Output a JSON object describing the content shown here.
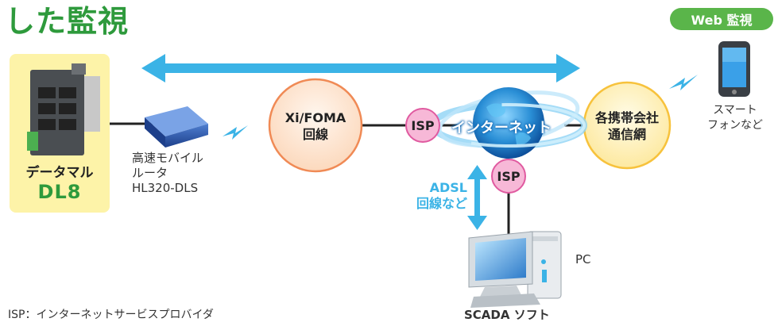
{
  "title": "した監視",
  "web_badge": "Web 監視",
  "datamar": {
    "label": "データマル",
    "model": "DL8"
  },
  "router": {
    "line1": "高速モバイル",
    "line2": "ルータ",
    "line3": "HL320-DLS"
  },
  "xi_foma": {
    "line1": "Xi/FOMA",
    "line2": "回線"
  },
  "isp_left": "ISP",
  "isp_bottom": "ISP",
  "internet": "インターネット",
  "carrier": {
    "line1": "各携帯会社",
    "line2": "通信網"
  },
  "smartphone": {
    "line1": "スマート",
    "line2": "フォンなど"
  },
  "adsl": {
    "line1": "ADSL",
    "line2": "回線など"
  },
  "pc": "PC",
  "scada": "SCADA ソフト",
  "footnote": "ISP：インターネットサービスプロバイダ",
  "colors": {
    "green": "#2e9a3c",
    "orange_circle": "#f08a55",
    "yellow_circle": "#f7c23c",
    "isp_pink": "#e05aa0",
    "arrow_blue": "#3bb3e6"
  }
}
